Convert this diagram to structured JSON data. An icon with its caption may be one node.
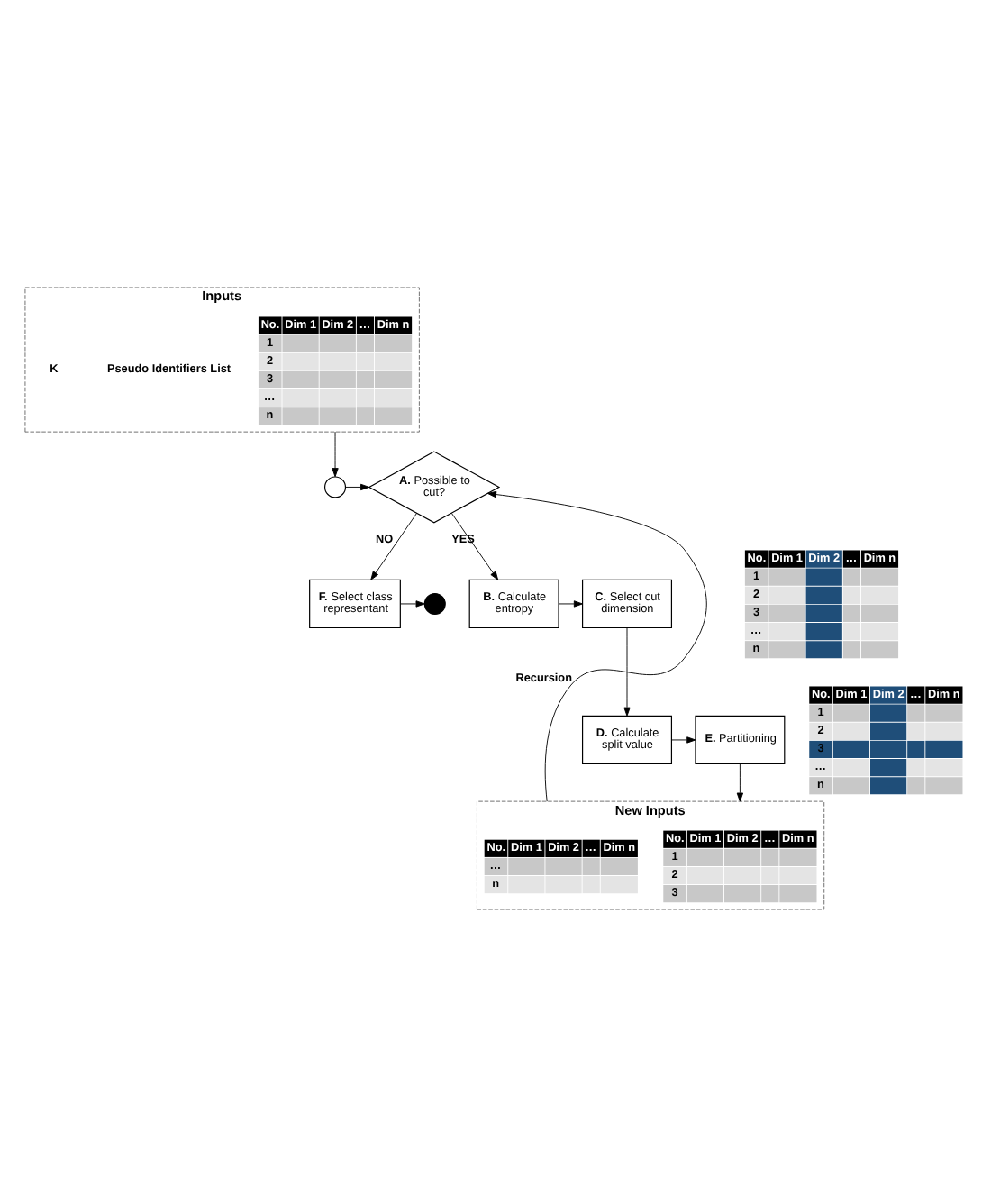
{
  "diagram": {
    "nodes": [
      {
        "text": [
          "Inputs"
        ]
      },
      {
        "text": [
          "No.",
          "Dim 1",
          "Dim 2",
          "…",
          "Dim n",
          "1",
          "2",
          "3",
          "…",
          "n"
        ],
        "in": 0
      },
      {
        "text": [],
        "shape": "circle"
      },
      {
        "text": [
          "**F.** Select class representant"
        ]
      },
      {
        "text": [],
        "shape": "circle"
      },
      {
        "text": [
          "**A.** Possible to cut?"
        ]
      },
      {
        "text": [
          "**B.** Calculate entropy"
        ]
      },
      {
        "text": [
          "**C.** Select cut dimension"
        ]
      },
      {
        "text": [
          "**D.** Calculate split value"
        ]
      },
      {
        "text": [
          "**E.** Partitioning"
        ]
      },
      {
        "text": [
          "No.",
          "Dim 1",
          "Dim 2",
          "…",
          "Dim n",
          "1",
          "2",
          "3",
          "…",
          "n"
        ]
      },
      {
        "text": [
          "No.",
          "Dim 1",
          "Dim 2",
          "…",
          "Dim n",
          "1",
          "2",
          "3",
          "…",
          "n"
        ]
      },
      {
        "text": [
          "New Inputs"
        ]
      },
      {
        "text": [
          "No.",
          "Dim 1",
          "Dim 2",
          "…",
          "Dim n",
          "1",
          "2",
          "3"
        ],
        "in": 12
      },
      {
        "text": [
          "No.",
          "Dim 1",
          "Dim 2",
          "…",
          "Dim n",
          "…",
          "n"
        ],
        "in": 12
      }
    ],
    "edges": [
      {
        "from": 5,
        "to": 3,
        "label": "NO",
        "arrow": "to"
      },
      {
        "from": 3,
        "to": 2,
        "arrow": "to"
      },
      {
        "from": 0,
        "to": 4,
        "arrow": "to"
      },
      {
        "from": 4,
        "to": 5,
        "arrow": "to"
      },
      {
        "from": 5,
        "to": 6,
        "label": "YES",
        "arrow": "to"
      },
      {
        "from": 6,
        "to": 7,
        "arrow": "to"
      },
      {
        "from": 7,
        "to": 8,
        "arrow": "to"
      },
      {
        "from": 8,
        "to": 9,
        "arrow": "to"
      },
      {
        "from": 9,
        "to": 12,
        "arrow": "to"
      },
      {
        "from": 12,
        "to": 5,
        "label": "Recursion",
        "arrow": "to"
      }
    ],
    "labels": [
      "Pseudo Identifiers List",
      "K"
    ]
  }
}
